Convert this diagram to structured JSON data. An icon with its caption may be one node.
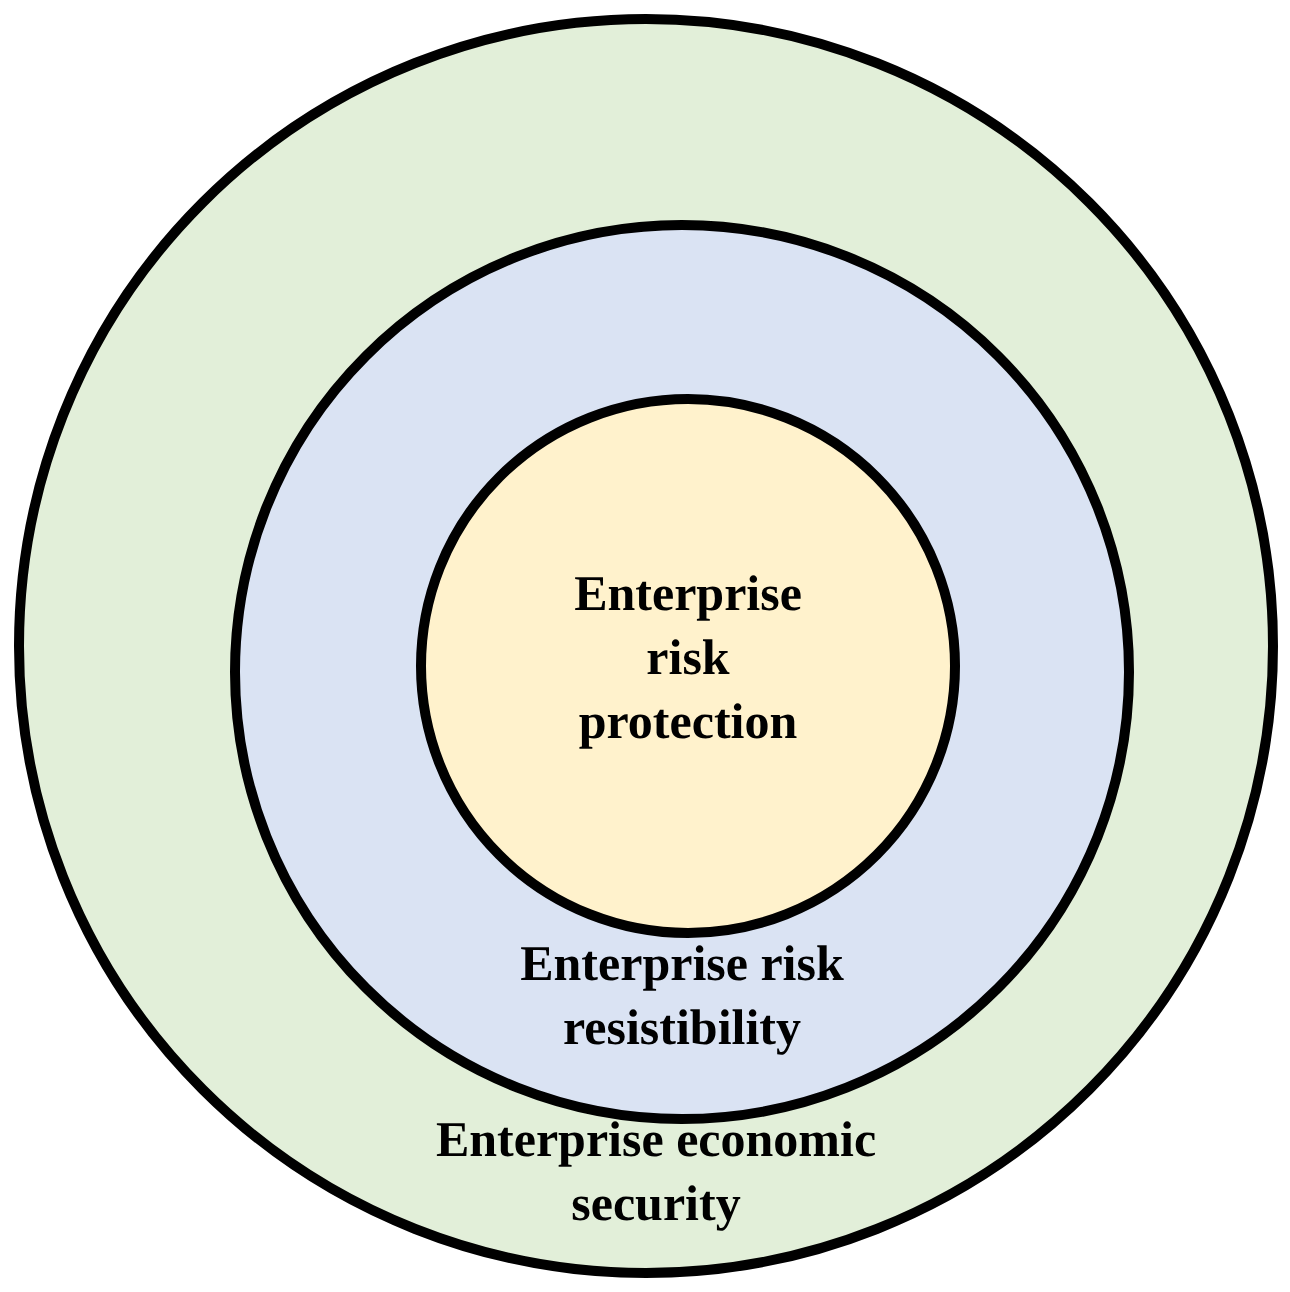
{
  "diagram": {
    "nodes": [
      {
        "text": [
          "Enterprise economic security"
        ]
      },
      {
        "text": [
          "Enterprise risk resistibility"
        ],
        "in": 0
      },
      {
        "text": [
          "Enterprise risk protection"
        ],
        "in": 1
      }
    ]
  }
}
